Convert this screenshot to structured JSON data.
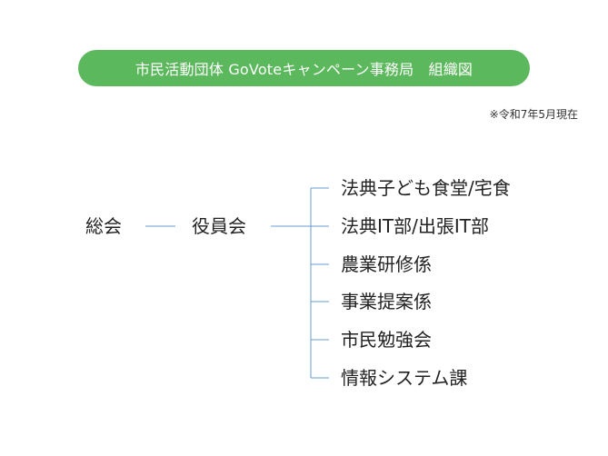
{
  "header": {
    "title": "市民活動団体 GoVoteキャンペーン事務局　組織図",
    "as_of": "※令和7年5月現在"
  },
  "org": {
    "general_meeting": "総会",
    "board": "役員会",
    "branches": [
      "法典子ども食堂/宅食",
      "法典IT部/出張IT部",
      "農業研修係",
      "事業提案係",
      "市民勉強会",
      "情報システム課"
    ]
  },
  "colors": {
    "pill": "#5cb85c",
    "connector": "#6a9bd1"
  }
}
